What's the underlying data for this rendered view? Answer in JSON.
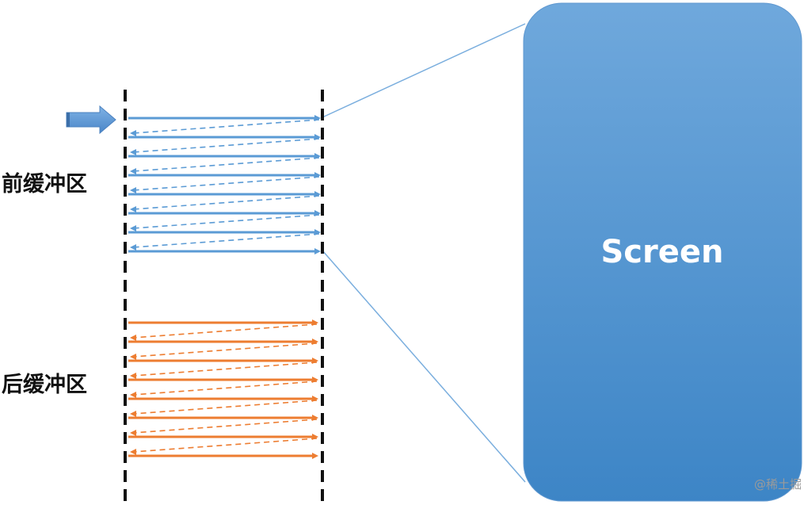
{
  "labels": {
    "front_buffer": "前缓冲区",
    "back_buffer": "后缓冲区",
    "screen": "Screen",
    "watermark": "@稀土掘"
  },
  "colors": {
    "front_scanlines": "#5b9bd5",
    "back_scanlines": "#ed7d31",
    "screen_top": "#6fa8dc",
    "screen_bottom": "#3d85c6",
    "divider": "#111111",
    "pointer_arrow": "#5b9bd5",
    "connector": "#7aaede"
  },
  "buffers": {
    "front": {
      "scanlines": 8,
      "highlighted": true
    },
    "back": {
      "scanlines": 8,
      "highlighted": false
    }
  },
  "icons": {
    "pointer": "right-arrow-icon"
  }
}
